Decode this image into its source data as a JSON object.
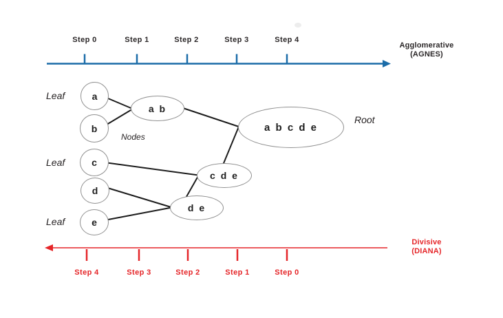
{
  "agnes_axis": {
    "caption_line1": "Agglomerative",
    "caption_line2": "(AGNES)",
    "color": "#1b6ca8",
    "direction": "right",
    "steps": [
      "Step 0",
      "Step 1",
      "Step 2",
      "Step 3",
      "Step 4"
    ]
  },
  "diana_axis": {
    "caption_line1": "Divisive",
    "caption_line2": "(DIANA)",
    "color": "#e52528",
    "direction": "left",
    "steps": [
      "Step 4",
      "Step 3",
      "Step 2",
      "Step 1",
      "Step 0"
    ]
  },
  "tree": {
    "annotations": {
      "leaf_a": "Leaf",
      "leaf_c": "Leaf",
      "leaf_e": "Leaf",
      "nodes": "Nodes",
      "root": "Root"
    },
    "nodes": {
      "a": "a",
      "b": "b",
      "c": "c",
      "d": "d",
      "e": "e",
      "ab": "a b",
      "cde": "c d e",
      "de": "d e",
      "abcde": "a b c d e"
    },
    "edges": [
      "a-ab",
      "b-ab",
      "ab-abcde",
      "abcde-cde",
      "c-cde",
      "cde-de",
      "d-de",
      "e-de"
    ]
  }
}
